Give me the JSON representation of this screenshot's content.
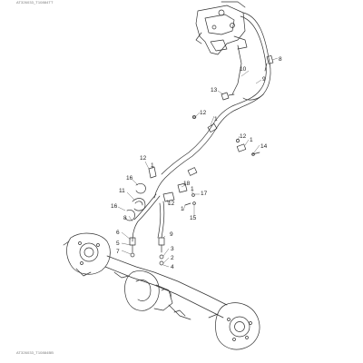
{
  "drawing": {
    "ref_top": "AT326033_T10884TT",
    "ref_bottom": "AT326033_T10884BB"
  },
  "callouts": [
    {
      "id": "c1",
      "label": "8"
    },
    {
      "id": "c2",
      "label": "10"
    },
    {
      "id": "c3",
      "label": "9"
    },
    {
      "id": "c4",
      "label": "13"
    },
    {
      "id": "c5",
      "label": "12"
    },
    {
      "id": "c6",
      "label": "1"
    },
    {
      "id": "c7",
      "label": "12"
    },
    {
      "id": "c8",
      "label": "1"
    },
    {
      "id": "c9",
      "label": "14"
    },
    {
      "id": "c10",
      "label": "12"
    },
    {
      "id": "c11",
      "label": "1"
    },
    {
      "id": "c12",
      "label": "16"
    },
    {
      "id": "c13",
      "label": "18"
    },
    {
      "id": "c14",
      "label": "1"
    },
    {
      "id": "c15",
      "label": "17"
    },
    {
      "id": "c16",
      "label": "11"
    },
    {
      "id": "c17",
      "label": "12"
    },
    {
      "id": "c18",
      "label": "16"
    },
    {
      "id": "c19",
      "label": "1"
    },
    {
      "id": "c20",
      "label": "15"
    },
    {
      "id": "c21",
      "label": "8"
    },
    {
      "id": "c22",
      "label": "9"
    },
    {
      "id": "c23",
      "label": "6"
    },
    {
      "id": "c24",
      "label": "5"
    },
    {
      "id": "c25",
      "label": "7"
    },
    {
      "id": "c26",
      "label": "3"
    },
    {
      "id": "c27",
      "label": "2"
    },
    {
      "id": "c28",
      "label": "4"
    }
  ]
}
